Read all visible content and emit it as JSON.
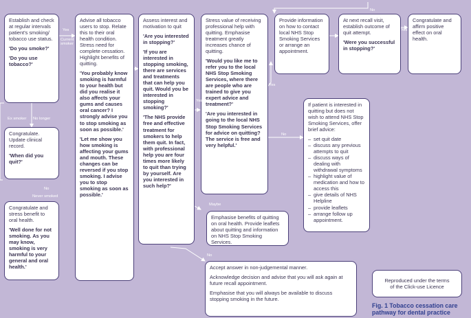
{
  "boxes": {
    "establish": {
      "text": "Establish and check at regular intervals patient's smoking/ tobacco use status.",
      "q1": "'Do you smoke?'",
      "q2": "'Do you use tobacco?'"
    },
    "advise": {
      "text": "Advise all tobacco users to stop. Relate this to their oral health condition. Stress need for complete cessation. Highlight benefits of quitting.",
      "q1": "'You probably know smoking is harmful to your health but did you realise it also affects your gums and causes oral cancer? I strongly advise you to stop smoking as soon as possible.'",
      "q2": "'Let me show you how smoking is affecting your gums and mouth. These changes can be reversed if you stop smoking. I advise you to stop smoking as soon as possible.'"
    },
    "assess": {
      "text": "Assess interest and motivation to quit",
      "q1": "'Are you interested in stopping?'",
      "q2": "'If you are interested in stopping smoking, there are services and treatments that can help you quit. Would you be interested in stopping smoking?'",
      "q3": "'The NHS provide free and effective treatment for smokers to help them quit. In fact, with professional help you are four times more likely to quit than trying by yourself. Are you interested in such help?'"
    },
    "stress": {
      "text": "Stress value of receiving professional help with quitting. Emphasise treatment greatly increases chance of quitting.",
      "q1": "'Would you like me to refer you to the local NHS Stop Smoking Services, where there are people who are trained to give you expert advice and treatment?'",
      "q2": "'Are you interested in going to the local NHS Stop Smoking Services for advice on quitting? The service is free and very helpful.'"
    },
    "provide": {
      "text": "Provide information on how to contact local NHS Stop Smoking Services or arrange an appointment."
    },
    "next_recall": {
      "text": "At next recall visit, establish outcome of quit attempt.",
      "q1": "'Were you successful in stopping?'"
    },
    "congratulate_affirm": {
      "text": "Congratulate and affirm positive effect on oral health."
    },
    "ex_smoker": {
      "text": "Congratulate. Update clinical record.",
      "q1": "'When did you quit?'"
    },
    "never_smoked": {
      "text": "Congratulate and stress benefit to oral health.",
      "q1": "'Well done for not smoking. As you may know, smoking is very harmful to your general and oral health.'"
    },
    "interested_no_referral": {
      "intro": "If patient is interested in quitting but does not wish to attend NHS Stop Smoking Services, offer brief advice:",
      "items": [
        "set quit date",
        "discuss any previous attempts to quit",
        "discuss ways of dealing with withdrawal symptoms",
        "highlight value of medication and how to access this",
        "give details of NHS Helpline",
        "provide leaflets",
        "arrange follow up appointment."
      ]
    },
    "maybe": {
      "text": "Emphasise benefits of quitting on oral health. Provide leaflets about quitting and information on NHS Stop Smoking Services."
    },
    "no_answer": {
      "p1": "Accept answer in non-judgemental manner.",
      "p2": "Acknowledge decision and advise that you will ask again at future recall appointment.",
      "p3": "Emphasise that you will always be available to discuss stopping smoking in the future."
    }
  },
  "edge_labels": {
    "yes1": "Yes",
    "current": "Current smoker",
    "yes2": "Yes",
    "yes3": "Yes",
    "yes4": "Yes",
    "no_top": "No",
    "ex": "Ex smoker",
    "no_longer": "No longer",
    "no_left": "No",
    "never": "Never smoked",
    "no_mid": "No",
    "maybe": "Maybe",
    "no_bottom": "No"
  },
  "credit": "Reproduced under the terms of the Click-use Licence",
  "caption": "Fig. 1 Tobacco cessation care pathway for dental practice",
  "colors": {
    "background": "#c2b7d6",
    "border": "#4a3f78",
    "caption": "#2f3f8f"
  }
}
